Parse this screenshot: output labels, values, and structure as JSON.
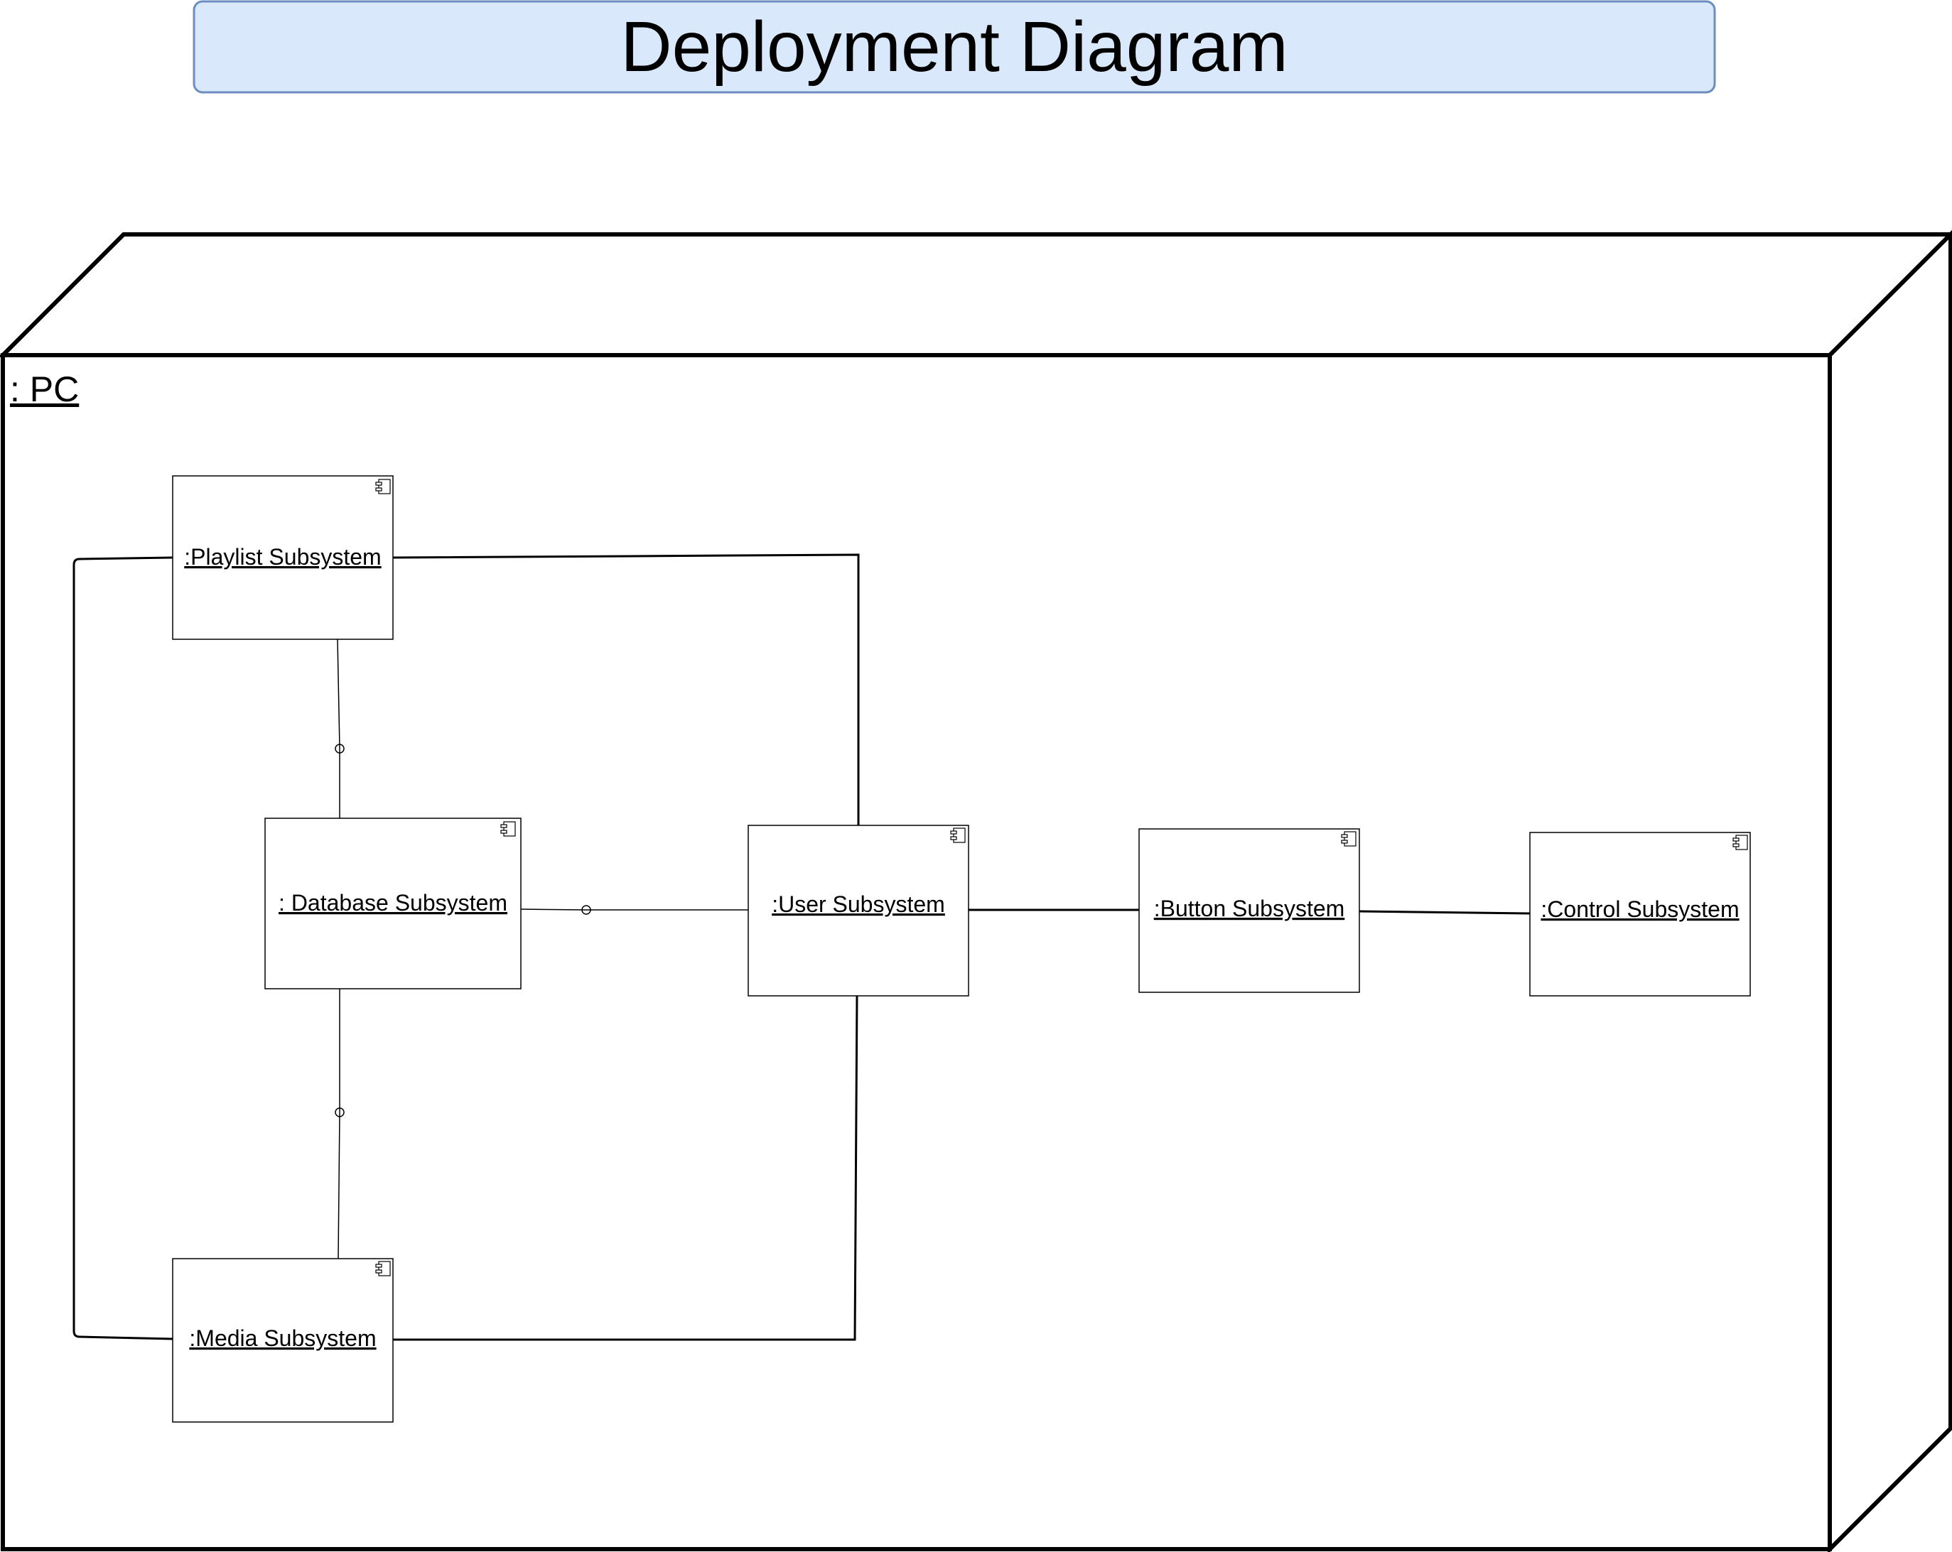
{
  "title": "Deployment Diagram",
  "node": {
    "label": ": PC"
  },
  "components": [
    {
      "id": "playlist",
      "label": ":Playlist Subsystem"
    },
    {
      "id": "database",
      "label": ": Database Subsystem"
    },
    {
      "id": "user",
      "label": ":User Subsystem"
    },
    {
      "id": "button",
      "label": ":Button Subsystem"
    },
    {
      "id": "control",
      "label": ":Control Subsystem"
    },
    {
      "id": "media",
      "label": ":Media Subsystem"
    }
  ],
  "connections": [
    {
      "from": "playlist",
      "to": "user",
      "style": "solid"
    },
    {
      "from": "playlist",
      "to": "media",
      "style": "solid"
    },
    {
      "from": "media",
      "to": "user",
      "style": "solid"
    },
    {
      "from": "user",
      "to": "button",
      "style": "solid"
    },
    {
      "from": "button",
      "to": "control",
      "style": "solid"
    },
    {
      "from": "playlist",
      "to": "database",
      "style": "interface"
    },
    {
      "from": "database",
      "to": "media",
      "style": "interface"
    },
    {
      "from": "database",
      "to": "user",
      "style": "interface"
    }
  ],
  "colors": {
    "title_fill": "#dae8fc",
    "title_stroke": "#6c8ebf",
    "line": "#000000"
  }
}
